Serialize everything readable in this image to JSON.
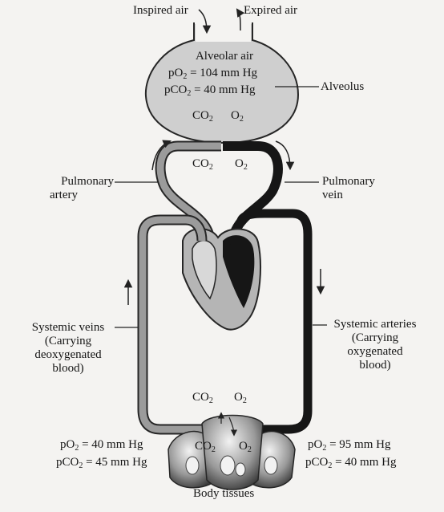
{
  "air": {
    "inspired": "Inspired air",
    "expired": "Expired air"
  },
  "alveolus": {
    "title": "Alveolar air",
    "po2": {
      "sym": "pO",
      "sub": "2",
      "value": " = 104 mm Hg"
    },
    "pco2": {
      "sym": "pCO",
      "sub": "2",
      "value": " = 40 mm Hg"
    },
    "label": "Alveolus",
    "gas_top": {
      "co2": "CO",
      "o2": "O",
      "sub": "2"
    },
    "gas_bottom": {
      "co2": "CO",
      "o2": "O",
      "sub": "2"
    }
  },
  "vessels": {
    "pulmonary_artery": [
      "Pulmonary",
      "artery"
    ],
    "pulmonary_vein": [
      "Pulmonary",
      "vein"
    ],
    "systemic_veins": [
      "Systemic veins",
      "(Carrying",
      "deoxygenated",
      "blood)"
    ],
    "systemic_arteries": [
      "Systemic arteries",
      "(Carrying",
      "oxygenated",
      "blood)"
    ]
  },
  "tissues": {
    "gas_top": {
      "co2": "CO",
      "o2": "O",
      "sub": "2"
    },
    "gas_inside": {
      "co2": "CO",
      "o2": "O",
      "sub": "2"
    },
    "left": {
      "po2": {
        "sym": "pO",
        "sub": "2",
        "value": " = 40 mm Hg"
      },
      "pco2": {
        "sym": "pCO",
        "sub": "2",
        "value": " = 45 mm Hg"
      }
    },
    "right": {
      "po2": {
        "sym": "pO",
        "sub": "2",
        "value": " = 95 mm Hg"
      },
      "pco2": {
        "sym": "pCO",
        "sub": "2",
        "value": " = 40 mm Hg"
      }
    },
    "label": "Body tissues"
  },
  "colors": {
    "deoxygenated": "#9b9b9b",
    "oxygenated": "#161616",
    "outline": "#262626",
    "alveolus_fill": "#cfcfcf",
    "background": "#f4f3f1"
  }
}
